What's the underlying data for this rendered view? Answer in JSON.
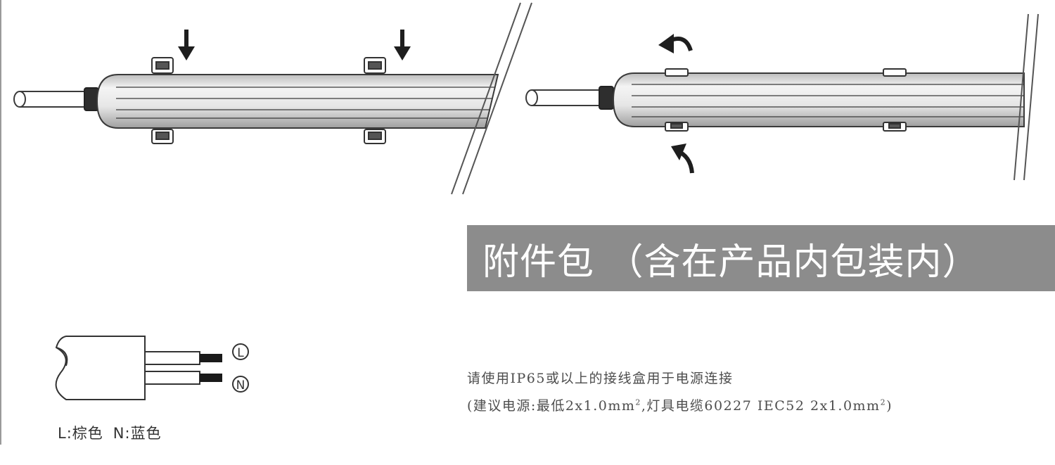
{
  "banner": {
    "text": "附件包 （含在产品内包装内）"
  },
  "terminals": {
    "live": "L",
    "neutral": "N"
  },
  "legend": {
    "live": "L:棕色",
    "neutral": "N:蓝色"
  },
  "notes": {
    "line1": "请使用IP65或以上的接线盒用于电源连接",
    "line2_pre": "(建议电源:最低2x1.0mm",
    "line2_mid": ",灯具电缆60227 IEC52 2x1.0mm",
    "line2_post": ")",
    "sup": "2"
  },
  "colors": {
    "banner_bg": "#8c8c8c",
    "outline": "#3a3a3a",
    "tube_fill": "#ececec"
  },
  "icons": [
    "down-arrow-icon",
    "rotate-arrow-icon",
    "clip-icon",
    "cut-line-icon"
  ]
}
